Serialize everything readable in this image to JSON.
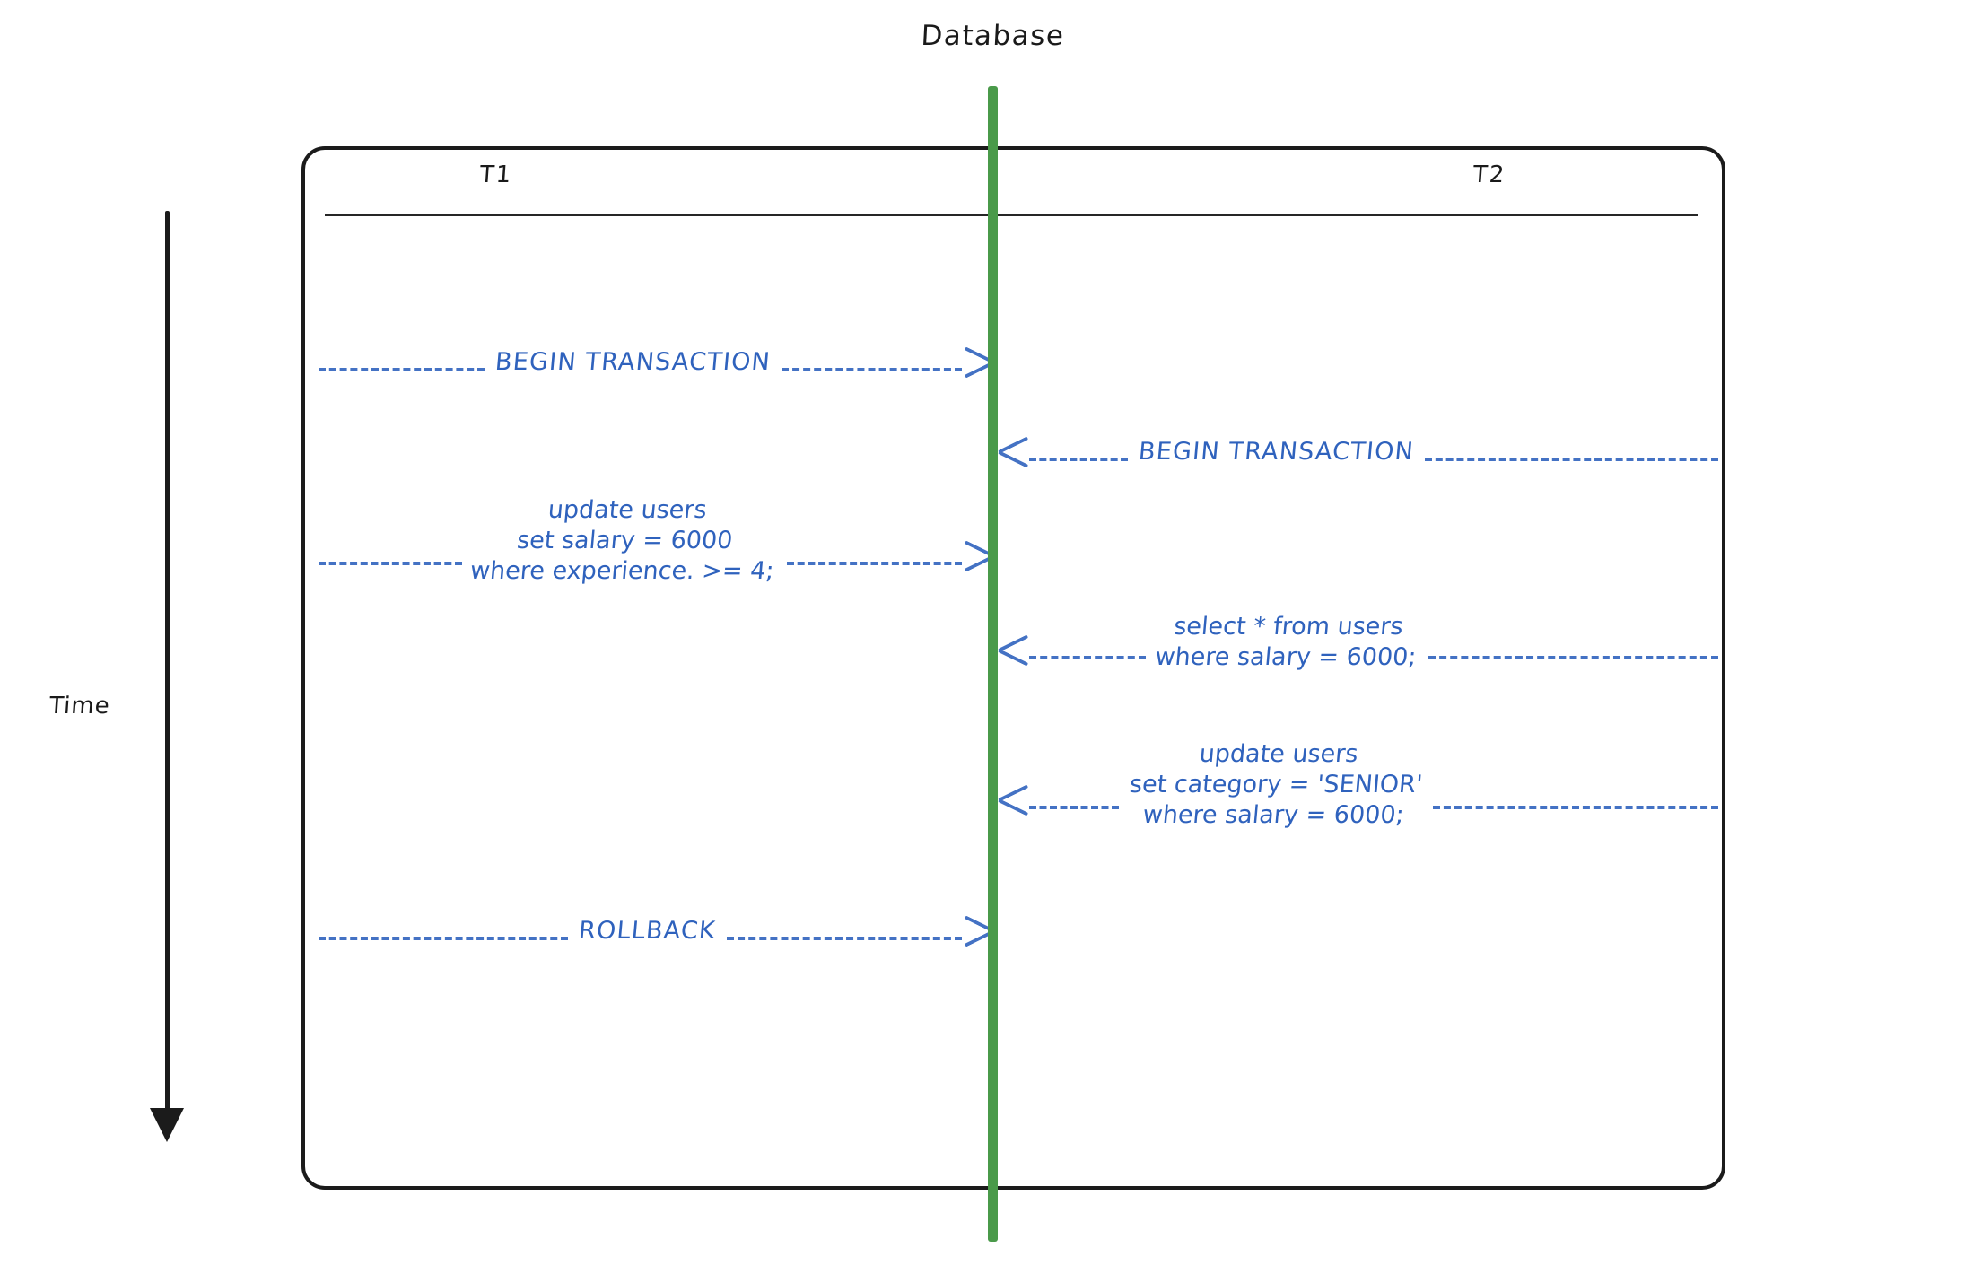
{
  "diagram": {
    "title": "Database",
    "time_axis_label": "Time",
    "columns": [
      {
        "id": "t1",
        "label": "T1"
      },
      {
        "id": "t2",
        "label": "T2"
      }
    ],
    "colors": {
      "database_line": "#4a9a4a",
      "message": "#4472c4",
      "box_border": "#1b1b1b",
      "text": "#1a1a1a"
    },
    "messages": [
      {
        "actor": "T1",
        "direction": "to-database",
        "arrowhead": "right",
        "lines": [
          "BEGIN TRANSACTION"
        ]
      },
      {
        "actor": "T2",
        "direction": "to-database",
        "arrowhead": "left",
        "lines": [
          "BEGIN TRANSACTION"
        ]
      },
      {
        "actor": "T1",
        "direction": "to-database",
        "arrowhead": "right",
        "lines": [
          "update users",
          "set salary = 6000",
          "where experience. >= 4;"
        ]
      },
      {
        "actor": "T2",
        "direction": "to-database",
        "arrowhead": "left",
        "lines": [
          "select * from users",
          "where salary = 6000;"
        ]
      },
      {
        "actor": "T2",
        "direction": "to-database",
        "arrowhead": "left",
        "lines": [
          "update users",
          "set category = 'SENIOR'",
          "where salary = 6000;"
        ]
      },
      {
        "actor": "T1",
        "direction": "to-database",
        "arrowhead": "right",
        "lines": [
          "ROLLBACK"
        ]
      }
    ]
  }
}
